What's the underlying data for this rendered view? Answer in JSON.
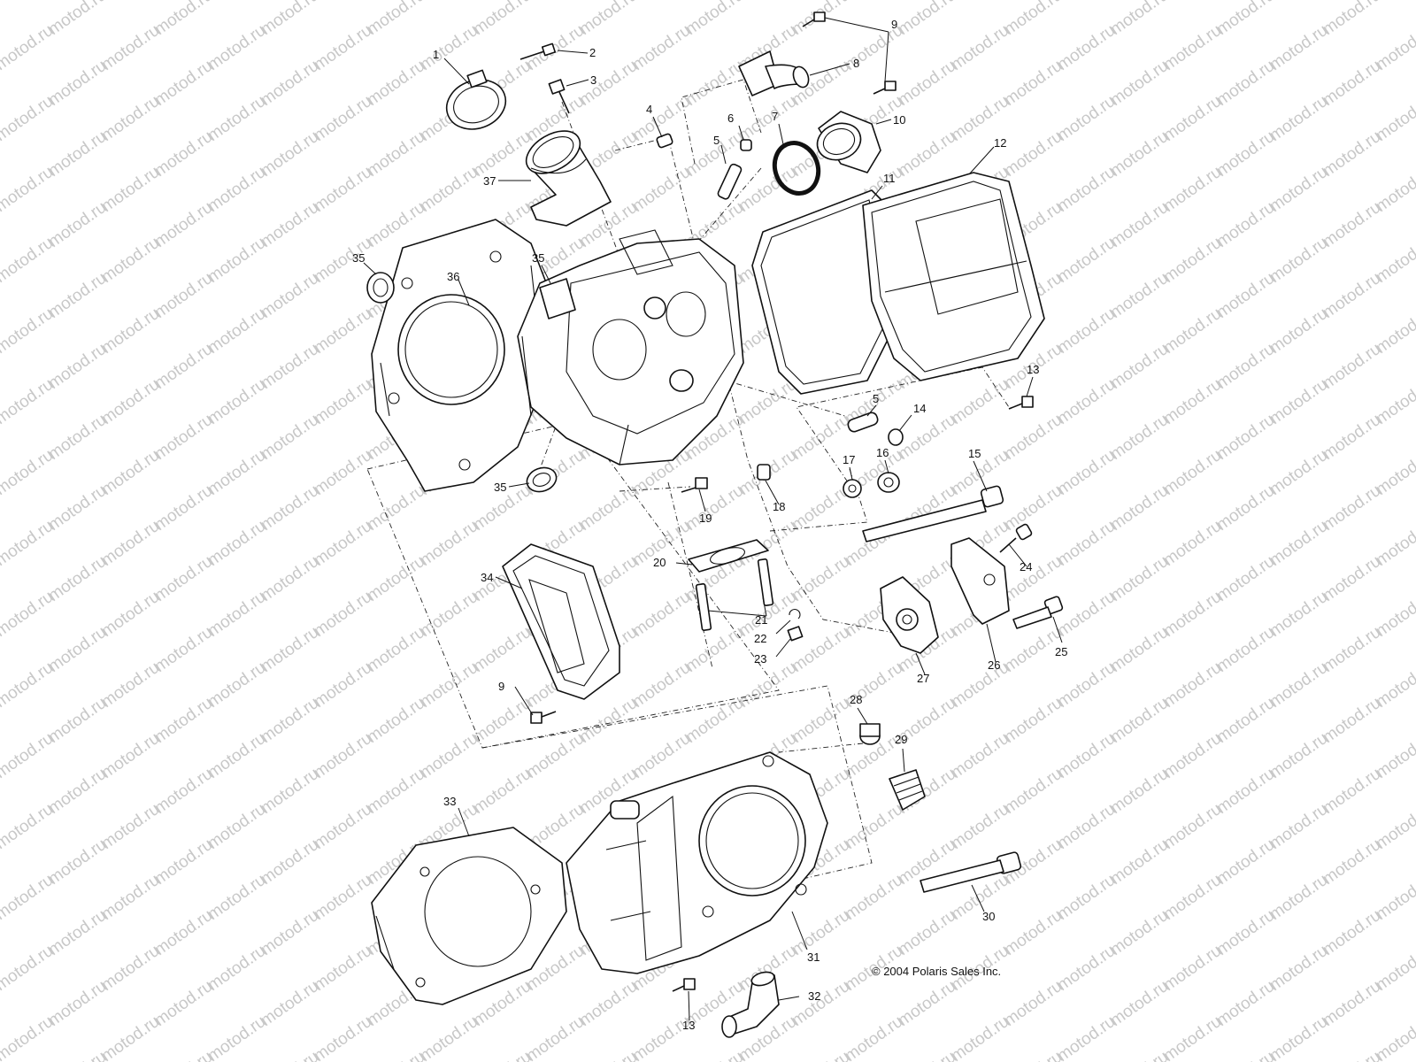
{
  "copyright": "© 2004 Polaris Sales Inc.",
  "watermark_text": "motod.ru",
  "callouts": [
    "1",
    "2",
    "3",
    "4",
    "5",
    "6",
    "7",
    "8",
    "9",
    "10",
    "11",
    "12",
    "13",
    "14",
    "15",
    "16",
    "17",
    "18",
    "19",
    "20",
    "21",
    "22",
    "23",
    "24",
    "25",
    "26",
    "27",
    "28",
    "29",
    "30",
    "31",
    "32",
    "33",
    "34",
    "35",
    "36",
    "37"
  ]
}
